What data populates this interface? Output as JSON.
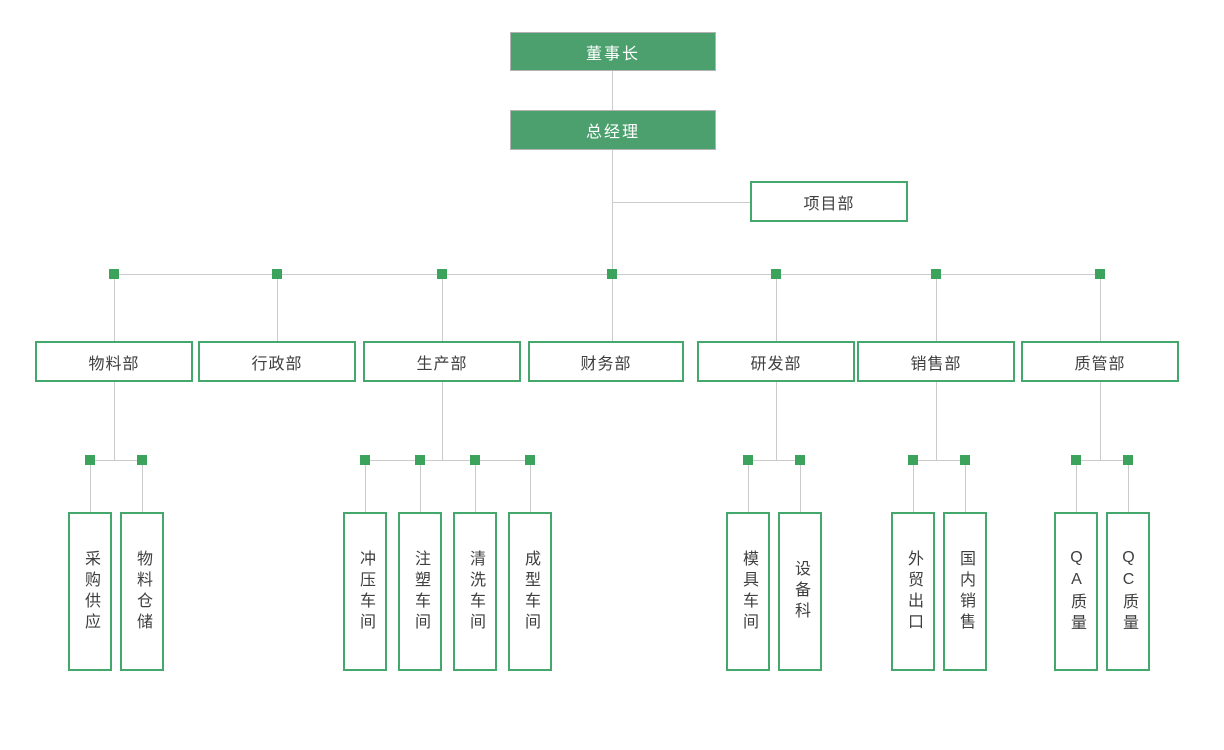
{
  "org": {
    "chairman": "董事长",
    "general_manager": "总经理",
    "project_dept": "项目部",
    "departments": [
      {
        "label": "物料部",
        "children": [
          "采购供应",
          "物料仓储"
        ]
      },
      {
        "label": "行政部",
        "children": []
      },
      {
        "label": "生产部",
        "children": [
          "冲压车间",
          "注塑车间",
          "清洗车间",
          "成型车间"
        ]
      },
      {
        "label": "财务部",
        "children": []
      },
      {
        "label": "研发部",
        "children": [
          "模具车间",
          "设备科"
        ]
      },
      {
        "label": "销售部",
        "children": [
          "外贸出口",
          "国内销售"
        ]
      },
      {
        "label": "质管部",
        "children": [
          "QA质量",
          "QC质量"
        ]
      }
    ]
  },
  "colors": {
    "node_fill_green": "#4ba06e",
    "node_border_green": "#44a76c",
    "junction_square_green": "#3ca35c",
    "connector_gray": "#cbcbcb",
    "filled_node_border_gray": "#b3b3b3",
    "text_dark": "#3f3f3f",
    "text_white": "#ffffff"
  }
}
